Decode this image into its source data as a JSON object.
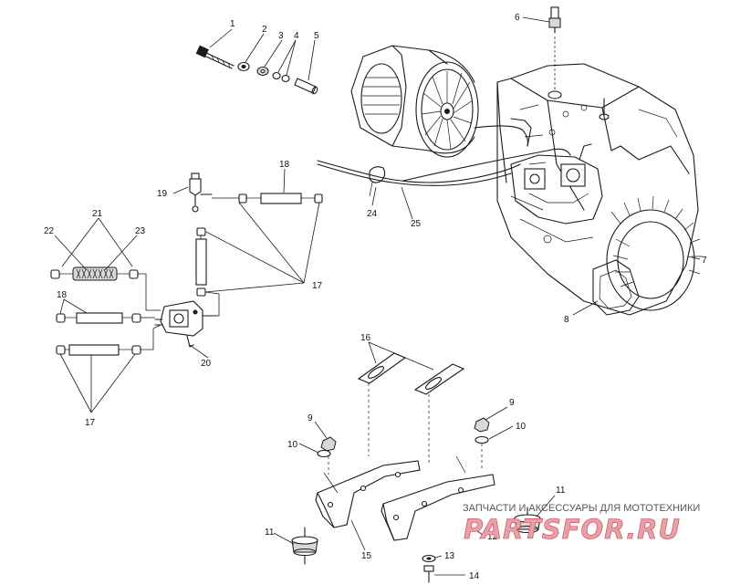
{
  "diagram": {
    "callouts": {
      "c1": "1",
      "c2": "2",
      "c3": "3",
      "c4": "4",
      "c5": "5",
      "c6": "6",
      "c7": "7",
      "c8": "8",
      "c9a": "9",
      "c9b": "9",
      "c10a": "10",
      "c10b": "10",
      "c11a": "11",
      "c11b": "11",
      "c12": "12",
      "c13": "13",
      "c14": "14",
      "c15": "15",
      "c16": "16",
      "c17a": "17",
      "c17b": "17",
      "c18a": "18",
      "c18b": "18",
      "c19": "19",
      "c20": "20",
      "c21": "21",
      "c22": "22",
      "c23": "23",
      "c24": "24",
      "c25": "25"
    }
  },
  "watermark": {
    "tagline": "ЗАПЧАСТИ И АКСЕССУАРЫ ДЛЯ МОТОТЕХНИКИ",
    "logo": "PARTSFOR.RU"
  }
}
